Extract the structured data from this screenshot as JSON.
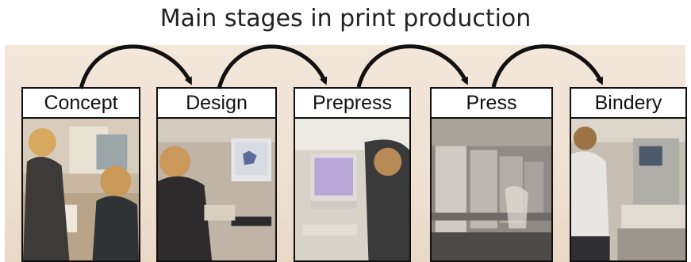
{
  "title": "Main stages in print production",
  "stages": [
    {
      "label": "Concept"
    },
    {
      "label": "Design"
    },
    {
      "label": "Prepress"
    },
    {
      "label": "Press"
    },
    {
      "label": "Bindery"
    }
  ]
}
